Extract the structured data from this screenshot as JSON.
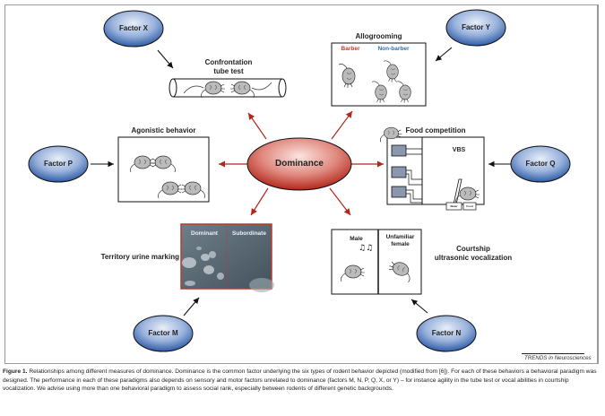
{
  "figure": {
    "center": {
      "label": "Dominance",
      "color": "#c0392b"
    },
    "factors": [
      {
        "id": "X",
        "label": "Factor X"
      },
      {
        "id": "Y",
        "label": "Factor Y"
      },
      {
        "id": "P",
        "label": "Factor P"
      },
      {
        "id": "Q",
        "label": "Factor Q"
      },
      {
        "id": "M",
        "label": "Factor M"
      },
      {
        "id": "N",
        "label": "Factor N"
      }
    ],
    "factor_color": "#3d6bb3",
    "paradigms": {
      "tube_test": {
        "title": "Confrontation\ntube test"
      },
      "allogrooming": {
        "title": "Allogrooming",
        "left_label": "Barber",
        "right_label": "Non-barber",
        "left_color": "#c0392b",
        "right_color": "#2f6db5"
      },
      "agonistic": {
        "title": "Agonistic behavior"
      },
      "food": {
        "title": "Food competition",
        "inner_label": "VBS",
        "box1": "Water",
        "box2": "Food"
      },
      "urine": {
        "title": "Territory urine marking",
        "left_label": "Dominant",
        "right_label": "Subordinate"
      },
      "courtship": {
        "title": "Courtship\nultrasonic vocalization",
        "left_label": "Male",
        "right_label": "Unfamiliar\nfemale"
      }
    },
    "credit": "TRENDS in Neurosciences"
  },
  "caption": {
    "figure_label": "Figure 1.",
    "text": " Relationships among different measures of dominance. Dominance is the common factor underlying the six types of rodent behavior depicted (modified from [6]). For each of these behaviors a behavioral paradigm was designed. The performance in each of these paradigms also depends on sensory and motor factors unrelated to dominance (factors M, N, P, Q, X, or Y) – for instance agility in the tube test or vocal abilities in courtship vocalization. We advise using more than one behavioral paradigm to assess social rank, especially between rodents of different genetic backgrounds."
  }
}
